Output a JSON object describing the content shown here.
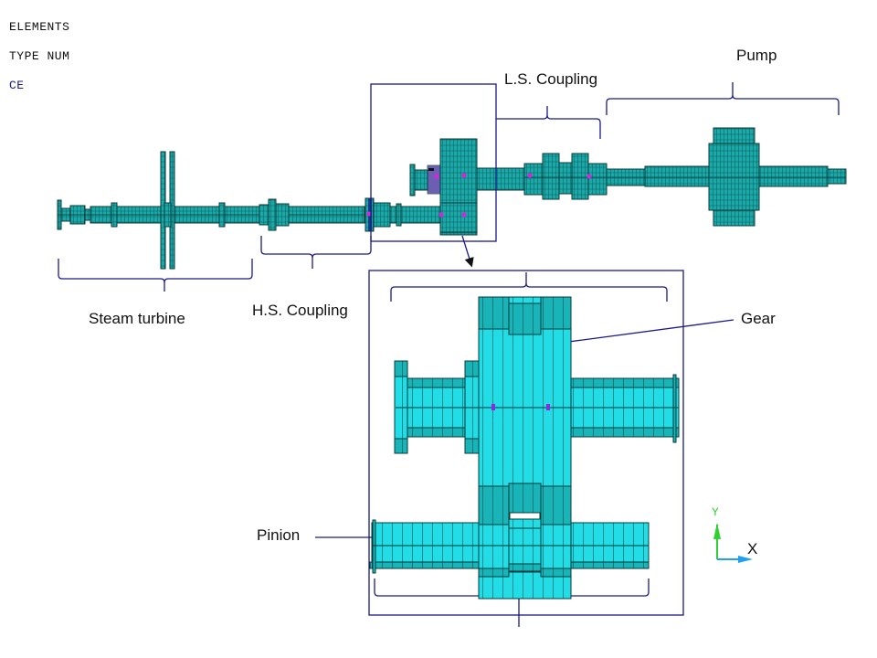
{
  "header": {
    "line1": "ELEMENTS",
    "line2": "TYPE NUM",
    "line3": "CE"
  },
  "labels": {
    "pump": "Pump",
    "ls_coupling": "L.S. Coupling",
    "steam_turbine": "Steam turbine",
    "hs_coupling": "H.S. Coupling",
    "gear": "Gear",
    "pinion": "Pinion"
  },
  "axes": {
    "x": "X",
    "y": "Y"
  },
  "colors": {
    "mesh_fill": "#1fb8b8",
    "mesh_fill_light": "#22e0e8",
    "mesh_fill_dark": "#15a0a0",
    "mesh_line": "#0a3a3a",
    "annotation": "#1a1a8c",
    "ce_marker": "#e020e0",
    "header_ce": "#1a1a8c",
    "axis_x": "#1fa0f0",
    "axis_y": "#30d030"
  }
}
